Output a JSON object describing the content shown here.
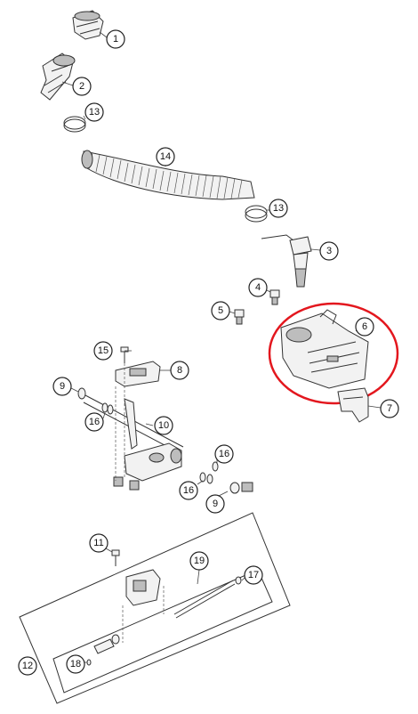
{
  "callouts": [
    {
      "id": "c1",
      "label": "1"
    },
    {
      "id": "c2",
      "label": "2"
    },
    {
      "id": "c13a",
      "label": "13"
    },
    {
      "id": "c14",
      "label": "14"
    },
    {
      "id": "c13b",
      "label": "13"
    },
    {
      "id": "c3",
      "label": "3"
    },
    {
      "id": "c4",
      "label": "4"
    },
    {
      "id": "c5",
      "label": "5"
    },
    {
      "id": "c6",
      "label": "6"
    },
    {
      "id": "c7",
      "label": "7"
    },
    {
      "id": "c15",
      "label": "15"
    },
    {
      "id": "c8",
      "label": "8"
    },
    {
      "id": "c9a",
      "label": "9"
    },
    {
      "id": "c16a",
      "label": "16"
    },
    {
      "id": "c10",
      "label": "10"
    },
    {
      "id": "c16b",
      "label": "16"
    },
    {
      "id": "c16c",
      "label": "16"
    },
    {
      "id": "c9b",
      "label": "9"
    },
    {
      "id": "c11",
      "label": "11"
    },
    {
      "id": "c19",
      "label": "19"
    },
    {
      "id": "c17",
      "label": "17"
    },
    {
      "id": "c18",
      "label": "18"
    },
    {
      "id": "c12",
      "label": "12"
    }
  ],
  "highlight": {
    "color": "#e3171e",
    "target": "6"
  }
}
